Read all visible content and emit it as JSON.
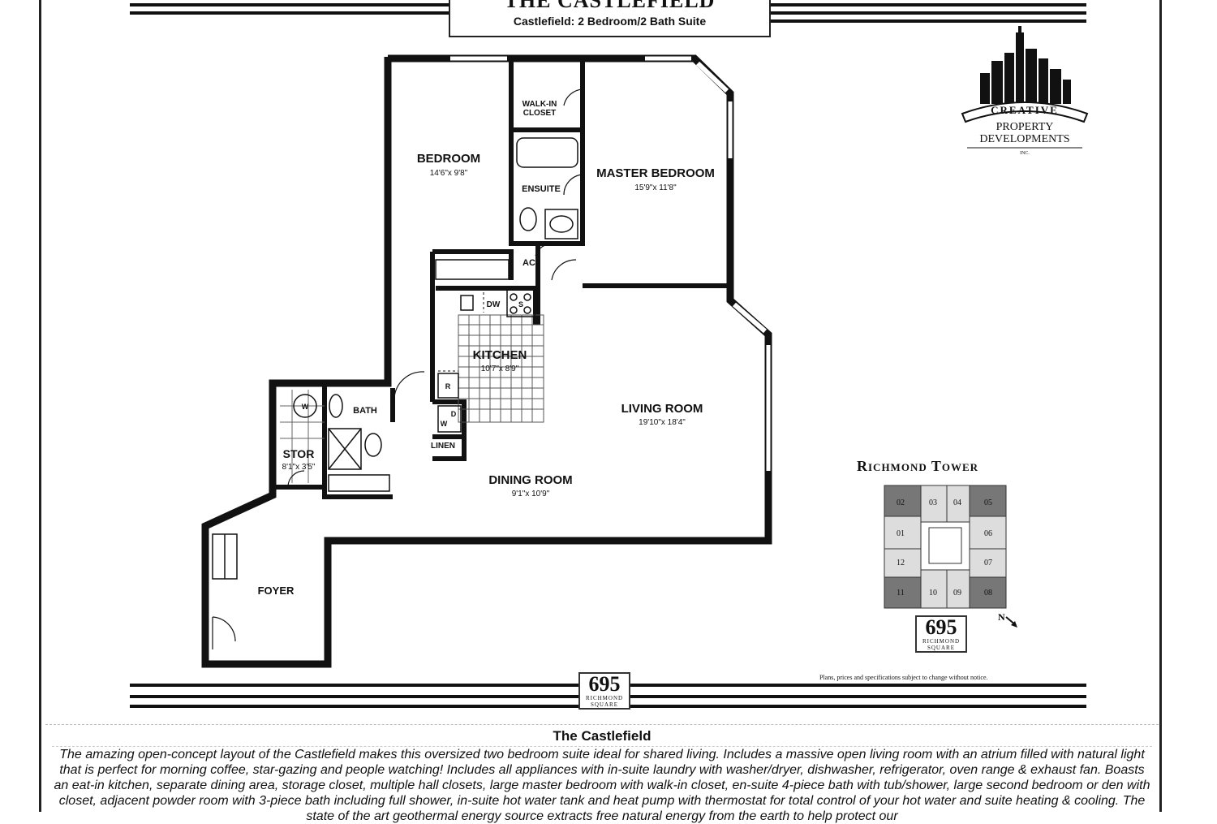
{
  "header": {
    "title": "THE CASTLEFIELD",
    "subtitle": "Castlefield: 2 Bedroom/2 Bath Suite"
  },
  "rooms": {
    "bedroom": {
      "name": "BEDROOM",
      "dims": "14'6\"x 9'8\""
    },
    "master_bedroom": {
      "name": "MASTER BEDROOM",
      "dims": "15'9\"x 11'8\""
    },
    "walk_in_closet": {
      "name_line1": "WALK-IN",
      "name_line2": "CLOSET"
    },
    "ensuite": {
      "name": "ENSUITE"
    },
    "ac": {
      "name": "AC"
    },
    "kitchen": {
      "name": "KITCHEN",
      "dims": "10'7\"x 8'9\""
    },
    "living_room": {
      "name": "LIVING ROOM",
      "dims": "19'10\"x 18'4\""
    },
    "dining_room": {
      "name": "DINING ROOM",
      "dims": "9'1\"x 10'9\""
    },
    "bath": {
      "name": "BATH"
    },
    "stor": {
      "name": "STOR",
      "dims": "8'1\"x 3'5\""
    },
    "foyer": {
      "name": "FOYER"
    },
    "linen": {
      "name": "LINEN"
    }
  },
  "appliances": {
    "dw": "DW",
    "s": "S",
    "r": "R",
    "w": "W",
    "d": "D",
    "w2": "W"
  },
  "logo": {
    "line1": "CREATIVE",
    "line2": "PROPERTY",
    "line3": "DEVELOPMENTS",
    "line4": "INC."
  },
  "keyplan": {
    "title": "Richmond Tower",
    "units": [
      "02",
      "03",
      "04",
      "05",
      "01",
      "06",
      "12",
      "07",
      "11",
      "10",
      "09",
      "08"
    ],
    "north": "N",
    "highlighted_unit": "02"
  },
  "brand": {
    "number": "695",
    "line1": "RICHMOND",
    "line2": "SQUARE"
  },
  "disclaimer": "Plans, prices and specifications subject to change without notice.",
  "description": {
    "title": "The Castlefield",
    "text": "The amazing open-concept layout of the Castlefield makes this oversized two bedroom suite ideal for shared living. Includes a massive open living room with an atrium filled with natural light that is perfect for morning coffee, star-gazing and people watching! Includes all appliances with in-suite laundry with washer/dryer, dishwasher, refrigerator, oven range & exhaust fan. Boasts an eat-in kitchen, separate dining area, storage closet, multiple hall closets, large master bedroom with walk-in closet, en-suite 4-piece bath with tub/shower, large second bedroom or den with closet, adjacent powder room with 3-piece bath including full shower, in-suite hot water tank and heat pump with thermostat for total control of your hot water and suite heating & cooling. The state of the art geothermal energy source extracts free natural energy from the earth to help protect our"
  }
}
